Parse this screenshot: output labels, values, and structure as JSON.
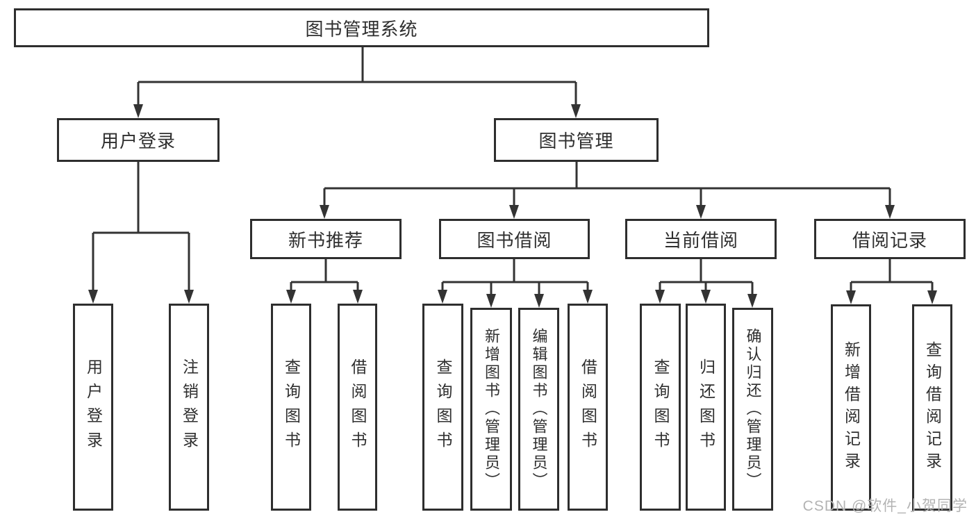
{
  "diagram": {
    "watermark": "CSDN @软件_小贺同学",
    "colors": {
      "line": "#333333",
      "box_border": "#2e2e2e",
      "text": "#2f2f2f",
      "background": "#ffffff",
      "watermark": "#b3b3b3"
    },
    "tree": {
      "root": {
        "label": "图书管理系统",
        "children": [
          {
            "label": "用户登录",
            "children": [
              {
                "label": "用户登录"
              },
              {
                "label": "注销登录"
              }
            ]
          },
          {
            "label": "图书管理",
            "children": [
              {
                "label": "新书推荐",
                "children": [
                  {
                    "label": "查询图书"
                  },
                  {
                    "label": "借阅图书"
                  }
                ]
              },
              {
                "label": "图书借阅",
                "children": [
                  {
                    "label": "查询图书"
                  },
                  {
                    "label": "新增图书（管理员）"
                  },
                  {
                    "label": "编辑图书（管理员）"
                  },
                  {
                    "label": "借阅图书"
                  }
                ]
              },
              {
                "label": "当前借阅",
                "children": [
                  {
                    "label": "查询图书"
                  },
                  {
                    "label": "归还图书"
                  },
                  {
                    "label": "确认归还（管理员）"
                  }
                ]
              },
              {
                "label": "借阅记录",
                "children": [
                  {
                    "label": "新增借阅记录"
                  },
                  {
                    "label": "查询借阅记录"
                  }
                ]
              }
            ]
          }
        ]
      }
    }
  }
}
